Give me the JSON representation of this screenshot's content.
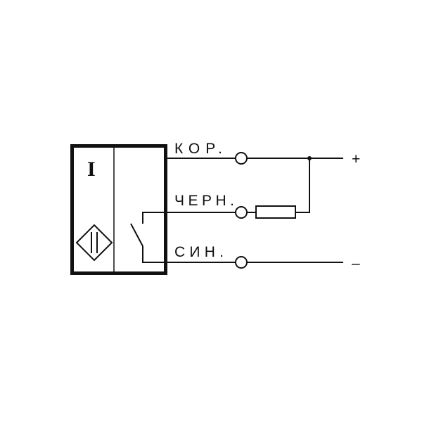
{
  "sensor": {
    "type_mark": "I"
  },
  "wires": [
    {
      "label": "КОР.",
      "terminal": "+"
    },
    {
      "label": "ЧЕРН.",
      "terminal": ""
    },
    {
      "label": "СИН.",
      "terminal": "–"
    }
  ],
  "colors": {
    "line": "#111111",
    "background": "#ffffff"
  }
}
